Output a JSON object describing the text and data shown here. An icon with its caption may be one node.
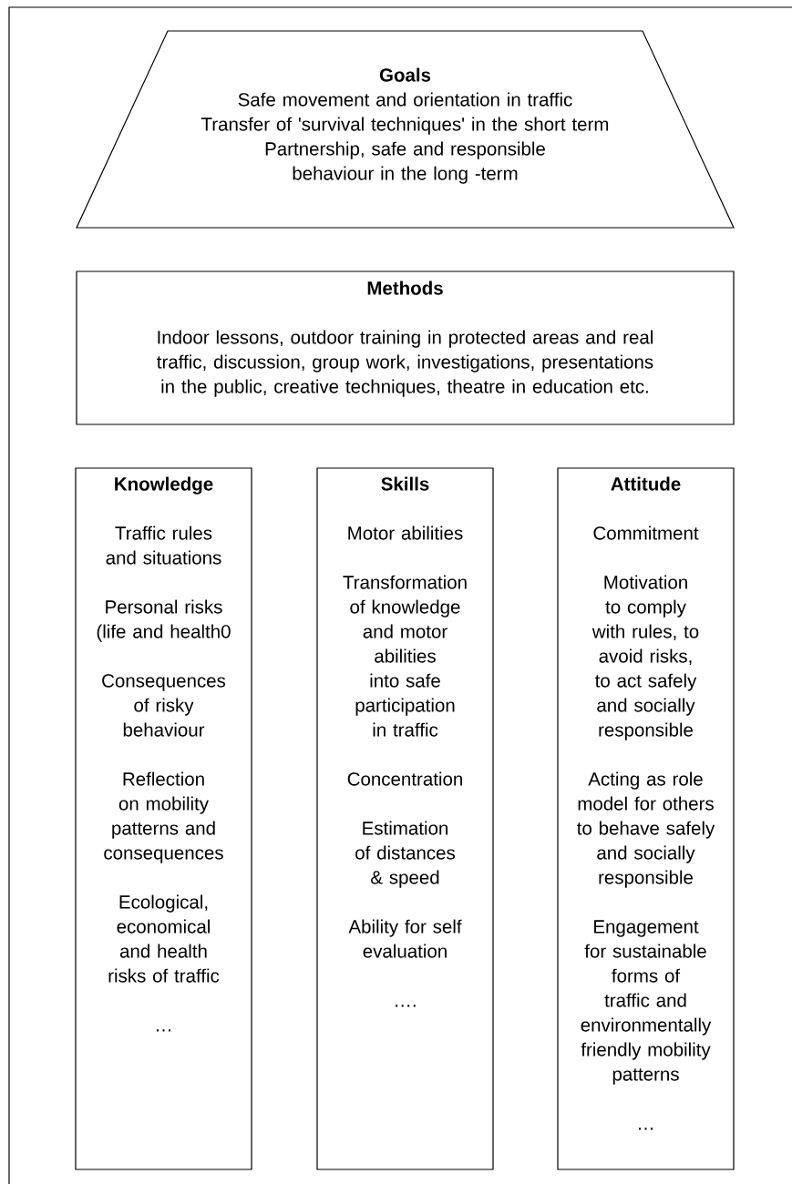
{
  "diagram": {
    "nodes": [
      {
        "text": [
          "Goals",
          "Safe movement and orientation in traffic",
          "Transfer of 'survival techniques' in the short term",
          "Partnership, safe and responsible behaviour in the long -term"
        ]
      },
      {
        "text": [
          "Methods",
          "Indoor lessons, outdoor training in protected areas and real traffic, discussion, group work, investigations, presentations in the public, creative techniques, theatre in education etc."
        ]
      },
      {
        "text": [
          "Knowledge",
          "Traffic rules and situations",
          "Personal risks (life and health0",
          "Consequences of risky behaviour",
          "Reflection on mobility patterns and consequences",
          "Ecological, economical and health risks of traffic",
          "…"
        ]
      },
      {
        "text": [
          "Skills",
          "Motor abilities",
          "Transformation of knowledge and motor abilities into safe participation in traffic",
          "Concentration",
          "Estimation of distances & speed",
          "Ability for self evaluation",
          "…."
        ]
      },
      {
        "text": [
          "Attitude",
          "Commitment",
          "Motivation to comply with rules, to avoid risks, to act safely and socially responsible",
          "Acting as role model for others to behave safely and socially responsible",
          "Engagement for sustainable forms of traffic and environmentally friendly mobility patterns",
          "…"
        ]
      }
    ]
  }
}
